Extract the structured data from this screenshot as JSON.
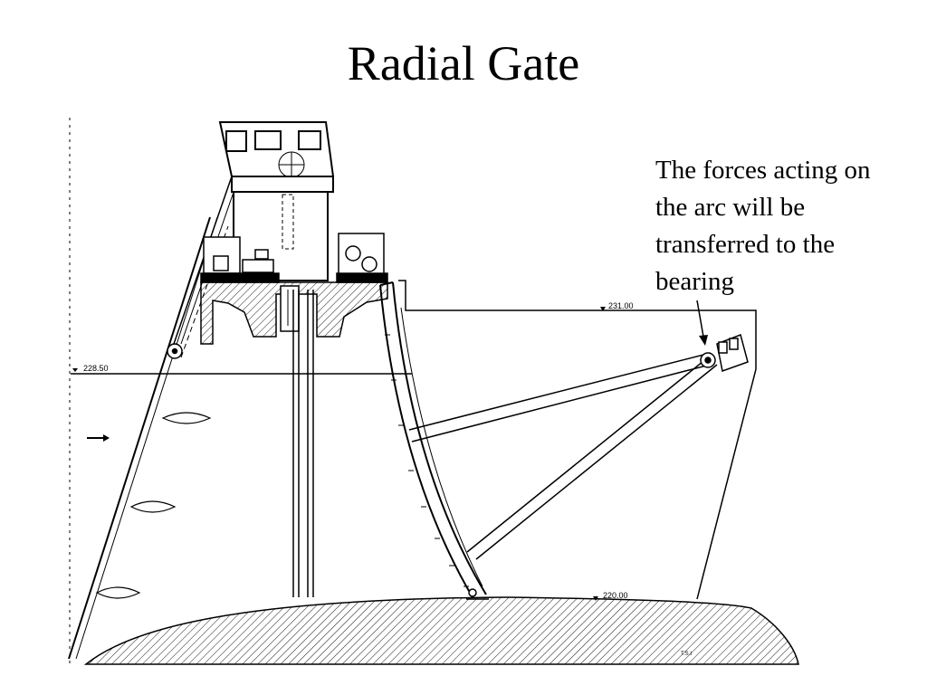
{
  "slide": {
    "title": "Radial Gate",
    "callout": "The forces acting on the arc will be transferred to the bearing"
  },
  "diagram": {
    "elevations": {
      "crest": "231.00",
      "upstream_water": "228.50",
      "foundation": "220.00"
    },
    "drawing_mark": "T.S.I"
  },
  "colors": {
    "ink": "#000000",
    "background": "#ffffff"
  }
}
